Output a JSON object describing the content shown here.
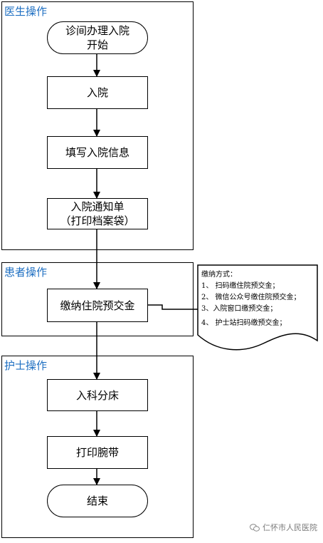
{
  "lanes": {
    "doctor": "医生操作",
    "patient": "患者操作",
    "nurse": "护士操作"
  },
  "nodes": {
    "start": "诊间办理入院\n开始",
    "admit": "入院",
    "fill_info": "填写入院信息",
    "notice": "入院通知单\n（打印档案袋）",
    "pay": "缴纳住院预交金",
    "assign_bed": "入科分床",
    "wristband": "打印腕带",
    "end": "结束"
  },
  "note": {
    "title": "缴纳方式：",
    "items": [
      "1、 扫码缴住院预交金；",
      "2、 微信公众号缴住院预交金；",
      "3、入院窗口缴预交金；",
      "4、 护士站扫码缴预交金；"
    ]
  },
  "watermark": "仁怀市人民医院",
  "colors": {
    "lane_title": "#1e6fc2",
    "line": "#000000"
  }
}
